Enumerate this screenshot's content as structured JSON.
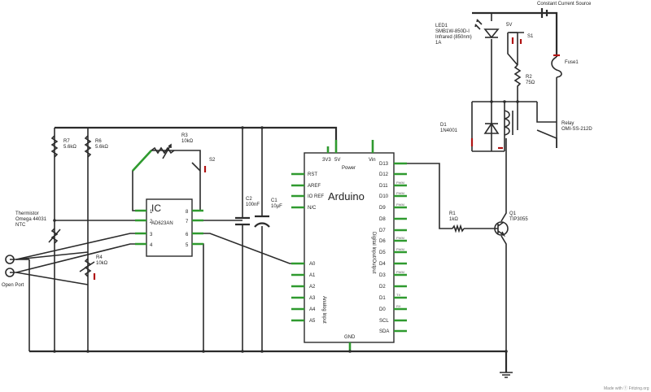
{
  "labels": {
    "csrc": "Constant Current Source",
    "led1": [
      "LED1",
      "SMB1W-850D-I",
      "Infrared (850nm)",
      "1A"
    ],
    "v5": "5V",
    "s1": "S1",
    "fuse": "Fuse1",
    "r2": [
      "R2",
      "75Ω"
    ],
    "d1": [
      "D1",
      "1N4001"
    ],
    "relay": [
      "Relay",
      "OMI-SS-212D"
    ],
    "r3": [
      "R3",
      "10kΩ"
    ],
    "s2": "S2",
    "r7": [
      "R7",
      "5.6kΩ"
    ],
    "r6": [
      "R6",
      "5.6kΩ"
    ],
    "therm": [
      "Thermistor",
      "Omega 44031",
      "NTC"
    ],
    "r4": [
      "R4",
      "10kΩ"
    ],
    "open_port": "Open Port",
    "ic_title": "IC",
    "ic_part": "AD623AN",
    "ic_pins_left": [
      "1",
      "2",
      "3",
      "4"
    ],
    "ic_pins_right": [
      "8",
      "7",
      "6",
      "5"
    ],
    "c2": [
      "C2",
      "100nF"
    ],
    "c1": [
      "C1",
      "10µF"
    ],
    "r1": [
      "R1",
      "1kΩ"
    ],
    "q1": [
      "Q1",
      "TIP3055"
    ],
    "footer": "Made with ⓕ Fritzing.org"
  },
  "arduino": {
    "title": "Arduino",
    "power_label": "Power",
    "power_pins": [
      "3V3",
      "5V",
      "Vin"
    ],
    "left_pins": [
      "RST",
      "AREF",
      "IO REF",
      "N/C"
    ],
    "analog_pins": [
      "A0",
      "A1",
      "A2",
      "A3",
      "A4",
      "A5"
    ],
    "analog_group": "Analog Input",
    "digital_group": "Digital Input/Output",
    "digital_pins": [
      "D13",
      "D12",
      "D11",
      "D10",
      "D9",
      "D8",
      "D7",
      "D6",
      "D5",
      "D4",
      "D3",
      "D2",
      "D1",
      "D0",
      "SCL",
      "SDA"
    ],
    "pwm_tag": "PWM",
    "tx_tag": "TX",
    "rx_tag": "RX",
    "gnd": "GND"
  },
  "colors": {
    "wire": "#2b2b2b",
    "pin_green": "#2f9a2f",
    "marker_red": "#b01212"
  }
}
